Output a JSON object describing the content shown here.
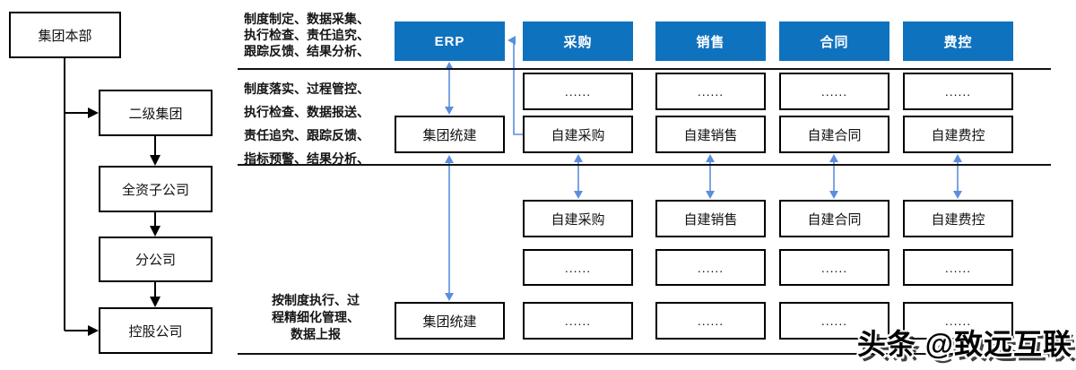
{
  "org_chart": {
    "nodes": [
      {
        "label": "集团本部"
      },
      {
        "label": "二级集团"
      },
      {
        "label": "全资子公司"
      },
      {
        "label": "分公司"
      },
      {
        "label": "控股公司"
      }
    ]
  },
  "annotations": {
    "top": [
      "制度制定、数据采集、",
      "执行检查、责任追究、",
      "跟踪反馈、结果分析、"
    ],
    "middle": [
      "制度落实、过程管控、",
      "执行检查、数据报送、",
      "责任追究、跟踪反馈、",
      "指标预警、结果分析、"
    ],
    "bottom": [
      "按制度执行、过",
      "程精细化管理、",
      "数据上报"
    ]
  },
  "grid": {
    "headers": [
      "ERP",
      "采购",
      "销售",
      "合同",
      "费控"
    ],
    "dots": "......",
    "row2": [
      "集团统建",
      "自建采购",
      "自建销售",
      "自建合同",
      "自建费控"
    ],
    "row3": [
      "自建采购",
      "自建销售",
      "自建合同",
      "自建费控"
    ],
    "row5": [
      "集团统建"
    ]
  },
  "watermark": "头条 @致远互联",
  "colors": {
    "header_blue": "#0F72BE",
    "arrow_blue": "#5B8EDC",
    "line_black": "#111111"
  }
}
